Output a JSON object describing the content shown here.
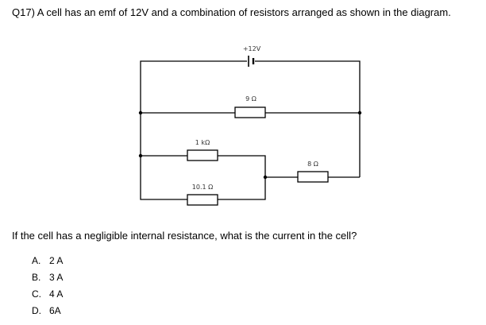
{
  "question": {
    "text": "Q17) A cell has an emf of 12V and a combination of resistors arranged as shown in the diagram."
  },
  "diagram": {
    "cell_label": "+12V",
    "resistors": {
      "top": "9 Ω",
      "left_upper": "1 kΩ",
      "left_lower": "10.1 Ω",
      "right": "8 Ω"
    }
  },
  "prompt": {
    "text": "If the cell has a negligible internal resistance, what is the current in the cell?"
  },
  "options": [
    {
      "letter": "A.",
      "text": "2 A"
    },
    {
      "letter": "B.",
      "text": "3 A"
    },
    {
      "letter": "C.",
      "text": "4 A"
    },
    {
      "letter": "D.",
      "text": "6A"
    }
  ]
}
